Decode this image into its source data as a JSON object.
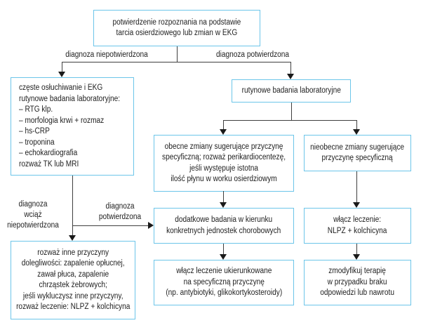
{
  "flowchart": {
    "colors": {
      "box_border": "#6cc5e9",
      "connector": "#3f3f3f",
      "text": "#222222"
    },
    "boxes": {
      "confirmation": "potwierdzenie rozpoznania na podstawie\ntarcia osierdziowego lub zmian w EKG",
      "frequent_auscultation": "częste osłuchiwanie i EKG\nrutynowe badania laboratoryjne:\n– RTG klp.\n– morfologia krwi + rozmaz\n– hs-CRP\n– troponina\n– echokardiografia\nrozważ TK lub MRI",
      "routine_labs": "rutynowe badania laboratoryjne",
      "changes_present": "obecne zmiany sugerujące przyczynę\nspecyficzną; rozważ perikardiocentezę,\njeśli występuje istotna\nilość płynu w worku osierdziowym",
      "changes_absent": "nieobecne zmiany sugerujące\nprzyczynę specyficzną",
      "other_causes": "rozważ inne przyczyny\ndolegliwości: zapalenie opłucnej,\nzawał płuca, zapalenie\nchrząstek żebrowych;\njeśli wykluczysz inne przyczyny,\nrozważ leczenie: NLPZ + kolchicyna",
      "additional_tests": "dodatkowe badania w kierunku\nkonkretnych jednostek chorobowych",
      "targeted_treatment": "włącz leczenie ukierunkowane\nna specyficzną przyczynę\n(np. antybiotyki, glikokortykosteroidy)",
      "start_treatment": "włącz leczenie:\nNLPZ + kolchicyna",
      "modify_therapy": "zmodyfikuj terapię\nw przypadku braku\nodpowiedzi lub nawrotu"
    },
    "labels": {
      "diagnosis_unconfirmed": "diagnoza niepotwierdzona",
      "diagnosis_confirmed": "diagnoza potwierdzona",
      "diagnosis_still_unconfirmed": "diagnoza\nwciąż\nniepotwierdzona",
      "diagnosis_confirmed_mid": "diagnoza\npotwierdzona"
    }
  }
}
